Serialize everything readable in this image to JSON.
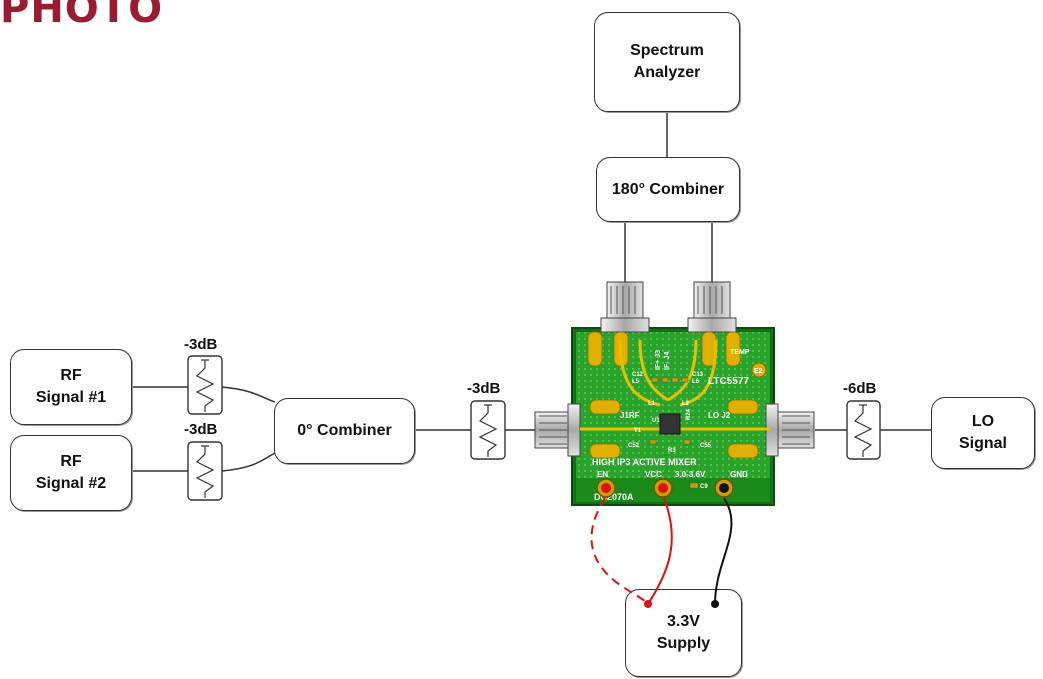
{
  "header": {
    "label": "PHOTO"
  },
  "blocks": {
    "spectrum_analyzer": "Spectrum\nAnalyzer",
    "combiner_180": "180° Combiner",
    "rf_signal_1": "RF\nSignal #1",
    "rf_signal_2": "RF\nSignal #2",
    "combiner_0": "0° Combiner",
    "lo_signal": "LO\nSignal",
    "supply": "3.3V\nSupply"
  },
  "attenuators": {
    "rf1": "-3dB",
    "rf2": "-3dB",
    "combined": "-3dB",
    "lo": "-6dB"
  },
  "board": {
    "part": "LTC5577",
    "board_id": "DC2070A",
    "title": "HIGH IP3 ACTIVE MIXER",
    "voltage": "3.0-3.6V",
    "en": "EN",
    "vcc": "VCC",
    "gnd": "GND",
    "temp": "TEMP",
    "e2": "E2",
    "rf_port": "J1RF",
    "lo_port": "LO J2",
    "if_plus": "IF+ J3",
    "if_minus": "IF- J4",
    "comps": [
      "C12",
      "C13",
      "L5",
      "L6",
      "L1",
      "L2",
      "U1",
      "T1",
      "C52",
      "C55",
      "R3",
      "C9",
      "R24"
    ]
  },
  "colors": {
    "pcb": "#2aa32a",
    "pcb_dark": "#147014",
    "gold": "#d9a400",
    "wire_red": "#e01010",
    "wire_black": "#111111",
    "photo": "#9b1b30"
  }
}
